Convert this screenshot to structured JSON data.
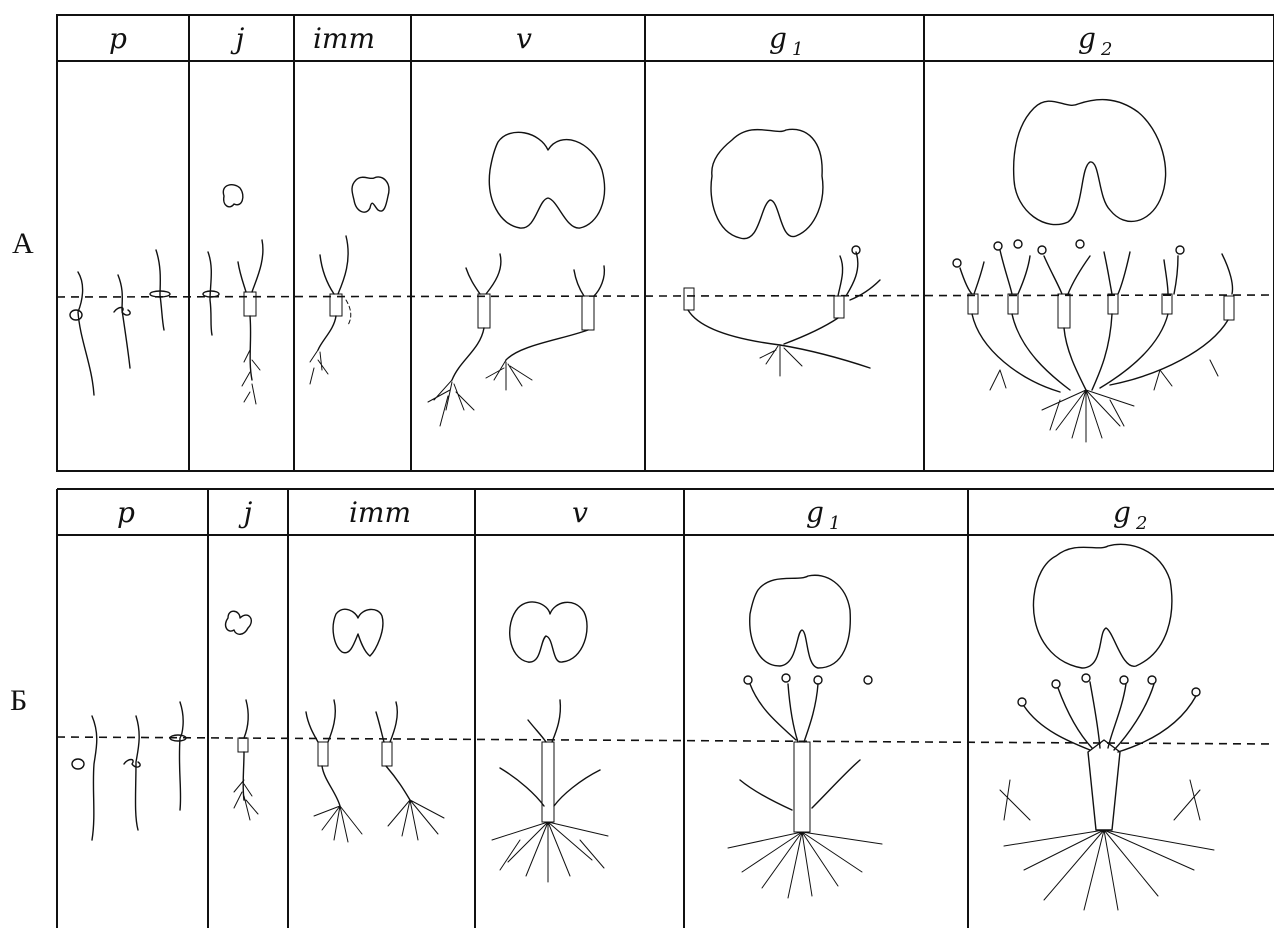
{
  "panels": [
    {
      "label": "А",
      "columns": [
        {
          "stage": "p",
          "sub": ""
        },
        {
          "stage": "j",
          "sub": ""
        },
        {
          "stage": "imm",
          "sub": ""
        },
        {
          "stage": "v",
          "sub": ""
        },
        {
          "stage": "g",
          "sub": "1"
        },
        {
          "stage": "g",
          "sub": "2"
        }
      ]
    },
    {
      "label": "Б",
      "columns": [
        {
          "stage": "p",
          "sub": ""
        },
        {
          "stage": "j",
          "sub": ""
        },
        {
          "stage": "imm",
          "sub": ""
        },
        {
          "stage": "v",
          "sub": ""
        },
        {
          "stage": "g",
          "sub": "1"
        },
        {
          "stage": "g",
          "sub": "2"
        }
      ]
    }
  ]
}
